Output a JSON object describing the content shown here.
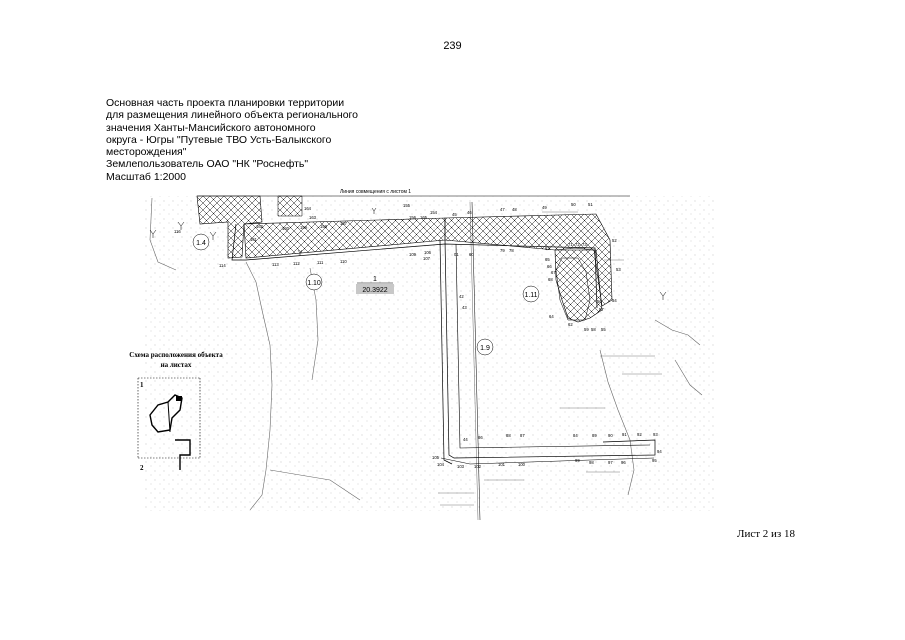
{
  "page_number": "239",
  "title_lines": [
    "Основная часть проекта планировки территории",
    "для размещения линейного объекта регионального",
    "значения Ханты-Мансийского автономного",
    "округа - Югры \"Путевые ТВО Усть-Балыкского",
    "месторождения\"",
    "Землепользователь ОАО \"НК \"Роснефть\"",
    "Масштаб 1:2000"
  ],
  "map": {
    "match_line": "Линия совмещения с листом 1",
    "parcel_no": "1",
    "parcel_area": "20.3922",
    "zones": [
      "1.4",
      "1.10",
      "1.11",
      "1.9"
    ],
    "points": {
      "p116": "116",
      "p114": "114",
      "p164": "164",
      "p163": "163",
      "p162": "162",
      "p160": "160",
      "p159": "159",
      "p158": "158",
      "p157": "157",
      "p155": "155",
      "p156": "156",
      "p165": "165",
      "p154": "154",
      "p45": "45",
      "p46": "46",
      "p47": "47",
      "p48": "48",
      "p49": "49",
      "p50": "50",
      "p51": "51",
      "p161": "161",
      "p113": "113",
      "p112": "112",
      "p111": "111",
      "p110": "110",
      "p109": "109",
      "p107": "107",
      "p106": "106",
      "p01": "01",
      "p60": "60",
      "p79": "79",
      "p78": "78",
      "p63": "63",
      "p71": "71",
      "p72": "72",
      "p73": "73",
      "p52": "52",
      "p65": "65",
      "p66": "66",
      "p67": "67",
      "p68": "68",
      "p53": "53",
      "p56": "56",
      "p54": "54",
      "p57": "57",
      "p64": "64",
      "p62": "62",
      "p59": "59",
      "p58": "58",
      "p55": "55",
      "p42": "42",
      "p43": "43",
      "p44": "44",
      "p86": "86",
      "p88": "88",
      "p87": "87",
      "p84": "84",
      "p89": "89",
      "p90": "90",
      "p91": "91",
      "p92": "92",
      "p93": "93",
      "p94": "94",
      "p95": "95",
      "p99": "99",
      "p98": "98",
      "p97": "97",
      "p96": "96",
      "p105": "105",
      "p104": "104",
      "p103": "103",
      "p102": "102",
      "p101": "101",
      "p100": "100"
    }
  },
  "scheme": {
    "title_lines": [
      "Схема расположения объекта",
      "на листах"
    ],
    "sheet_1": "1",
    "sheet_2": "2"
  },
  "sheet_label": "Лист 2 из 18"
}
